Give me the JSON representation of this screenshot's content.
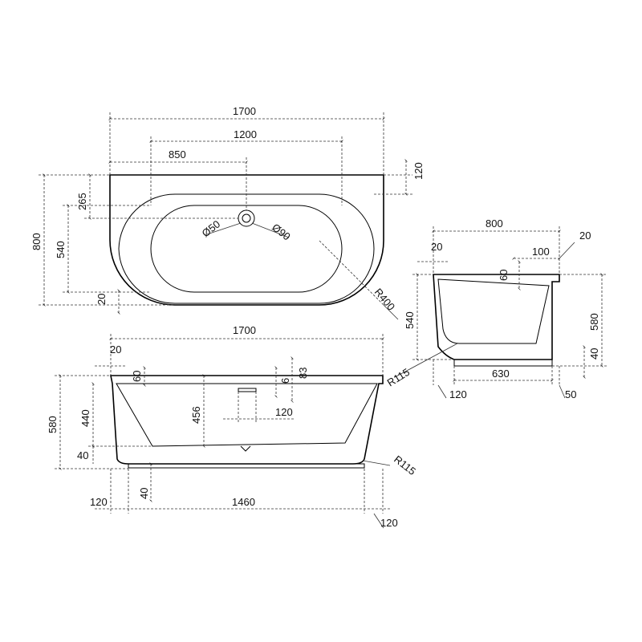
{
  "top_view": {
    "overall_length": "1700",
    "inner_length": "1200",
    "drain_offset": "850",
    "width": "800",
    "inner_width": "540",
    "drain_from_back": "265",
    "rim_back": "120",
    "rim_front": "20",
    "drain_diameter": "Ø50",
    "overflow_diameter": "Ø90",
    "corner_radius": "R400"
  },
  "side_view": {
    "width": "800",
    "rim_left": "20",
    "ledge": "100",
    "rim_right": "20",
    "ledge_drop": "60",
    "inner_depth": "540",
    "outer_height": "580",
    "base_height": "40",
    "base_width": "630",
    "base_offset_left": "120",
    "base_offset_right": "50",
    "base_radius": "R115"
  },
  "front_view": {
    "overall_length": "1700",
    "rim_left": "20",
    "rim_top": "60",
    "drain_depth_a": "6",
    "drain_depth_b": "83",
    "drain_offset": "120",
    "height": "580",
    "inner_depth": "440",
    "depth_at_drain": "456",
    "bottom_thickness": "40",
    "base_height": "40",
    "base_length": "1460",
    "base_offset_left": "120",
    "base_offset_right": "120",
    "base_radius": "R115"
  }
}
